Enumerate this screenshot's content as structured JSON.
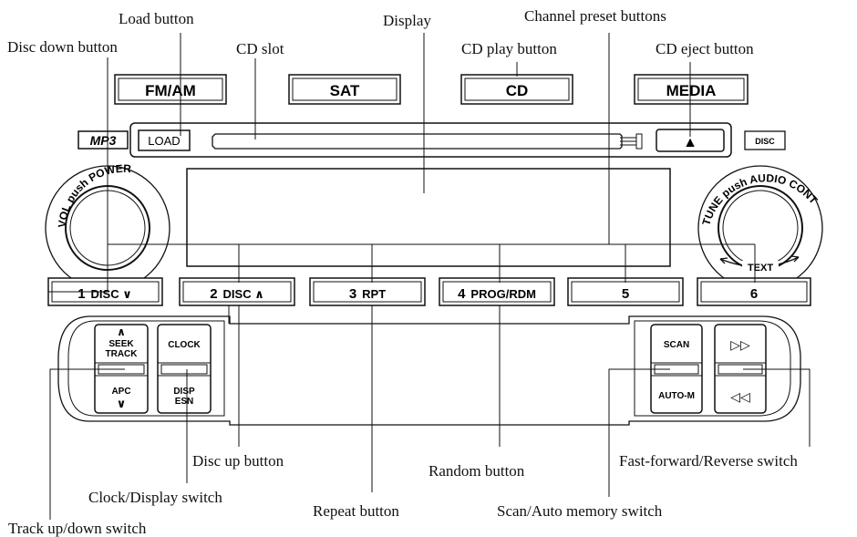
{
  "callouts": {
    "load_button": "Load button",
    "channel_preset_buttons": "Channel preset buttons",
    "display": "Display",
    "disc_down_button": "Disc down button",
    "cd_slot": "CD slot",
    "cd_play_button": "CD play button",
    "cd_eject_button": "CD eject button",
    "disc_up_button": "Disc up button",
    "random_button": "Random button",
    "fast_forward_reverse_switch": "Fast-forward/Reverse switch",
    "clock_display_switch": "Clock/Display switch",
    "repeat_button": "Repeat button",
    "scan_auto_memory_switch": "Scan/Auto memory switch",
    "track_up_down_switch": "Track up/down switch"
  },
  "source_buttons": {
    "fm_am": "FM/AM",
    "sat": "SAT",
    "cd": "CD",
    "media": "MEDIA"
  },
  "mp3_logo": "MP3",
  "load_label": "LOAD",
  "eject_symbol": "▲",
  "cd_logo": "DISC",
  "knobs": {
    "volume_arc": "VOL push POWER",
    "tune_arc": "TUNE push AUDIO CONT",
    "text_label": "TEXT"
  },
  "presets": [
    {
      "num": "1",
      "label": "DISC ∨"
    },
    {
      "num": "2",
      "label": "DISC ∧"
    },
    {
      "num": "3",
      "label": "RPT"
    },
    {
      "num": "4",
      "label": "PROG/RDM"
    },
    {
      "num": "5",
      "label": ""
    },
    {
      "num": "6",
      "label": ""
    }
  ],
  "left_switches": {
    "seek_arrow": "∧",
    "seek_line1": "SEEK",
    "seek_line2": "TRACK",
    "apc": "APC",
    "apc_arrow": "∨",
    "clock": "CLOCK",
    "disp": "DISP",
    "esn": "ESN"
  },
  "right_switches": {
    "scan": "SCAN",
    "auto_m": "AUTO-M",
    "ff": "▷▷",
    "rew": "◁◁"
  }
}
